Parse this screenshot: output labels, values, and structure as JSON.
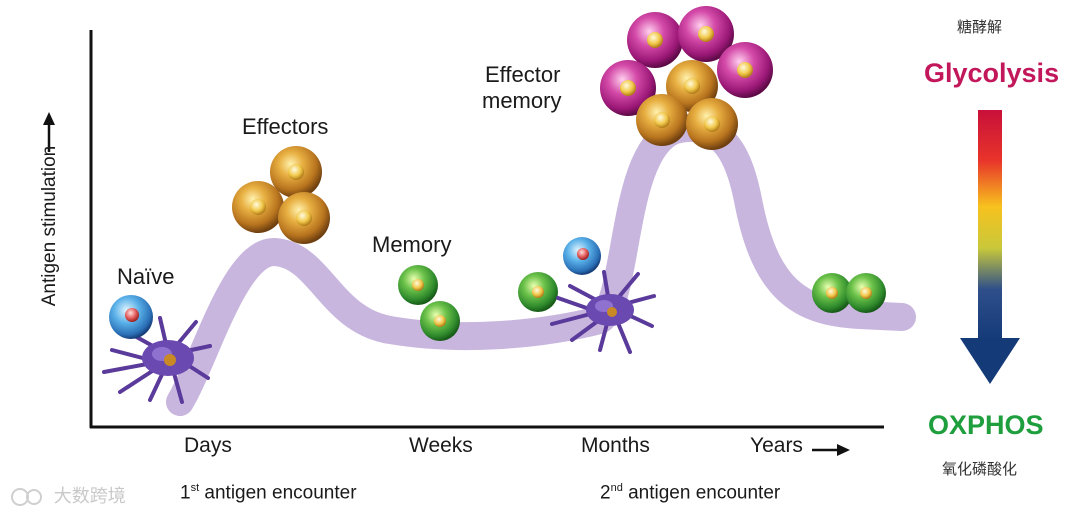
{
  "axis": {
    "y_label": "Antigen stimulation",
    "x_ticks": [
      "Days",
      "Weeks",
      "Months",
      "Years"
    ]
  },
  "stages": {
    "naive": "Naïve",
    "effectors": "Effectors",
    "memory": "Memory",
    "effector_memory_line1": "Effector",
    "effector_memory_line2": "memory"
  },
  "encounters": {
    "first_num": "1",
    "first_sup": "st",
    "first_text": " antigen encounter",
    "second_num": "2",
    "second_sup": "nd",
    "second_text": " antigen encounter"
  },
  "metabolism": {
    "top_cn": "糖酵解",
    "top": "Glycolysis",
    "bottom": "OXPHOS",
    "bottom_cn": "氧化磷酸化",
    "top_color": "#c2185b",
    "bottom_color": "#1e9e3c"
  },
  "watermark": "大数跨境",
  "colors": {
    "curve": "#c8b6de",
    "orange_cell": "#c98a26",
    "green_cell": "#3fa33a",
    "magenta_cell": "#b0207f",
    "blue_cell": "#3a8fd0",
    "dendritic": "#5a3a9a"
  }
}
